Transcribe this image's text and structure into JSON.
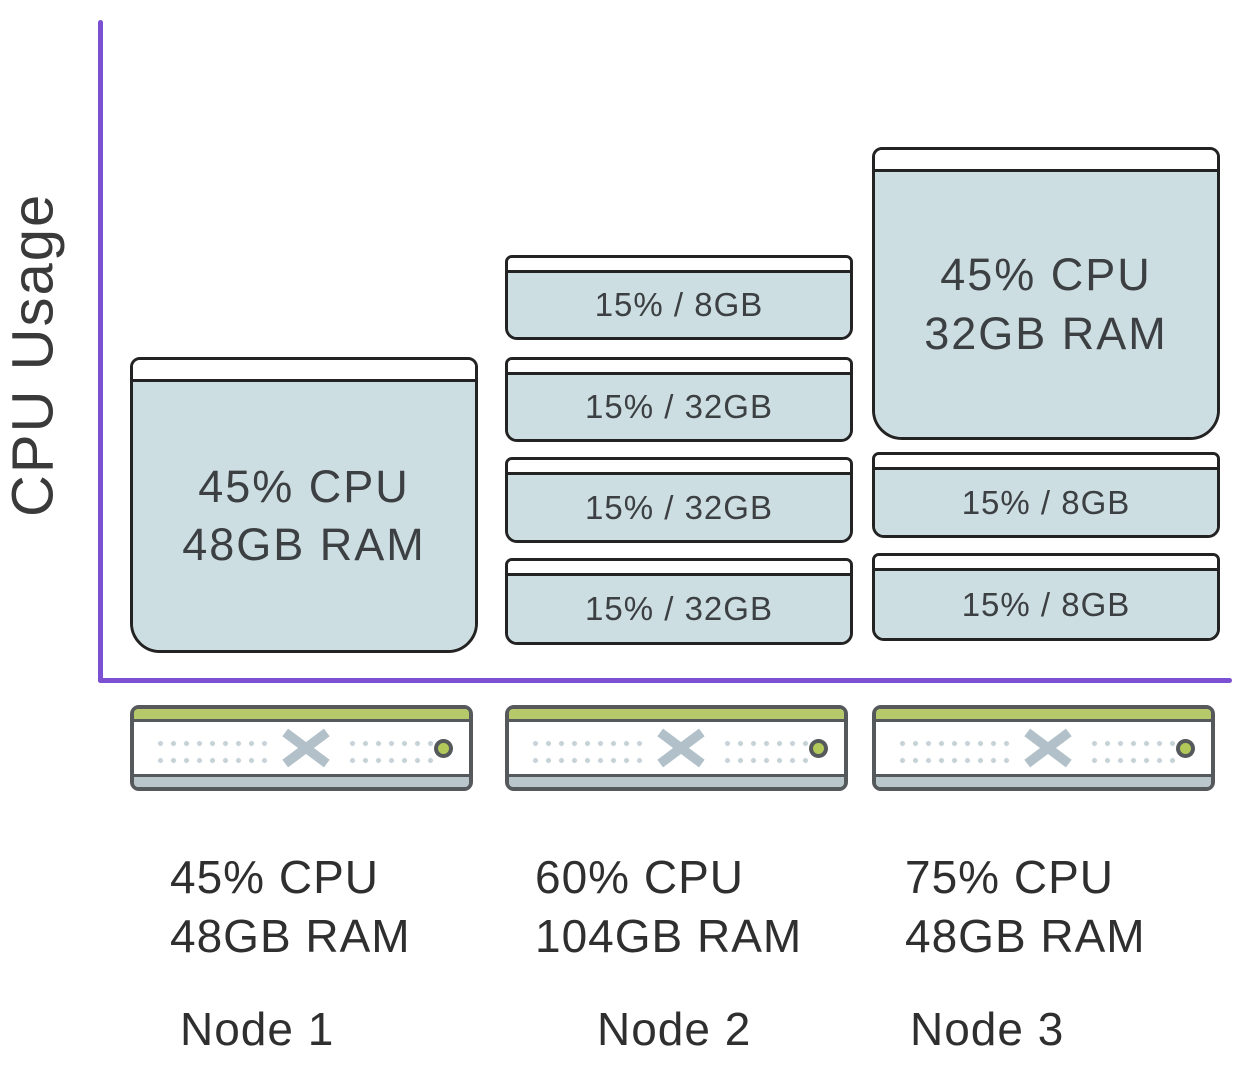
{
  "colors": {
    "axis_purple": "#7b50d2",
    "vm_fill": "#cddee2",
    "vm_border": "#232323",
    "vm_text": "#3c4043",
    "label_text": "#2f2f2f",
    "server_border": "#56595b",
    "server_green": "#b5c96b",
    "server_strip": "#b9c7cd",
    "led_green": "#b2c858",
    "dots": "#c8d3d8",
    "logo_gray": "#b2c1c9"
  },
  "axis": {
    "y_label": "CPU Usage"
  },
  "nodes": [
    {
      "name": "Node 1",
      "summary": {
        "cpu": "45% CPU",
        "ram": "48GB RAM"
      },
      "vms": [
        {
          "size": "large",
          "line1": "45% CPU",
          "line2": "48GB RAM"
        }
      ]
    },
    {
      "name": "Node 2",
      "summary": {
        "cpu": "60% CPU",
        "ram": "104GB RAM"
      },
      "vms": [
        {
          "size": "small",
          "label": "15% / 8GB"
        },
        {
          "size": "small",
          "label": "15% / 32GB"
        },
        {
          "size": "small",
          "label": "15% / 32GB"
        },
        {
          "size": "small",
          "label": "15% / 32GB"
        }
      ]
    },
    {
      "name": "Node 3",
      "summary": {
        "cpu": "75% CPU",
        "ram": "48GB RAM"
      },
      "vms": [
        {
          "size": "large",
          "line1": "45% CPU",
          "line2": "32GB RAM"
        },
        {
          "size": "small",
          "label": "15% / 8GB"
        },
        {
          "size": "small",
          "label": "15% / 8GB"
        }
      ]
    }
  ],
  "chart_data": {
    "type": "bar",
    "stacked": true,
    "title": "",
    "xlabel": "",
    "ylabel": "CPU Usage",
    "categories": [
      "Node 1",
      "Node 2",
      "Node 3"
    ],
    "node_totals": [
      {
        "cpu_percent": 45,
        "ram_gb": 48
      },
      {
        "cpu_percent": 60,
        "ram_gb": 104
      },
      {
        "cpu_percent": 75,
        "ram_gb": 48
      }
    ],
    "segments_cpu_percent": [
      [
        45
      ],
      [
        15,
        15,
        15,
        15
      ],
      [
        45,
        15,
        15
      ]
    ],
    "segments_ram_gb": [
      [
        48
      ],
      [
        8,
        32,
        32,
        32
      ],
      [
        32,
        8,
        8
      ]
    ]
  }
}
